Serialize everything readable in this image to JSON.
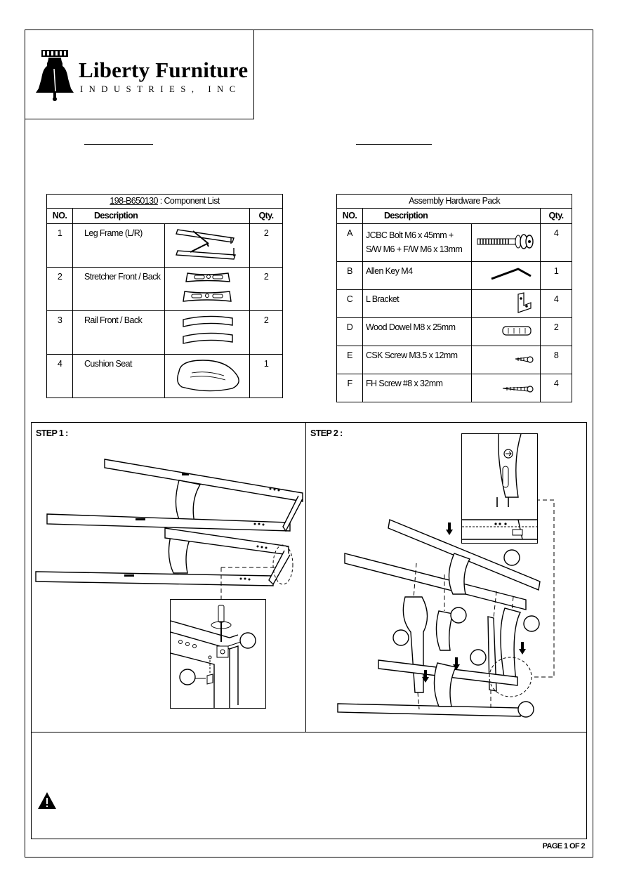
{
  "header": {
    "brand_name": "Liberty Furniture",
    "brand_sub": "INDUSTRIES, INC"
  },
  "component_list": {
    "title_code": "198-B650130",
    "title_rest": " : Component List",
    "col_no": "NO.",
    "col_desc": "Description",
    "col_qty": "Qty.",
    "rows": [
      {
        "no": "1",
        "desc": "Leg Frame (L/R)",
        "qty": "2",
        "icon": "leg-frame-icon"
      },
      {
        "no": "2",
        "desc": "Stretcher Front / Back",
        "qty": "2",
        "icon": "stretcher-icon"
      },
      {
        "no": "3",
        "desc": "Rail Front / Back",
        "qty": "2",
        "icon": "rail-icon"
      },
      {
        "no": "4",
        "desc": "Cushion Seat",
        "qty": "1",
        "icon": "cushion-seat-icon"
      }
    ]
  },
  "hardware_pack": {
    "title": "Assembly Hardware Pack",
    "col_no": "NO.",
    "col_desc": "Description",
    "col_qty": "Qty.",
    "rows": [
      {
        "no": "A",
        "desc": "JCBC Bolt M6 x 45mm +",
        "desc2": "S/W M6 + F/W M6 x 13mm",
        "qty": "4",
        "icon": "bolt-icon"
      },
      {
        "no": "B",
        "desc": "Allen Key M4",
        "qty": "1",
        "icon": "allen-key-icon"
      },
      {
        "no": "C",
        "desc": "L Bracket",
        "qty": "4",
        "icon": "l-bracket-icon"
      },
      {
        "no": "D",
        "desc": "Wood Dowel M8 x 25mm",
        "qty": "2",
        "icon": "dowel-icon"
      },
      {
        "no": "E",
        "desc": "CSK Screw M3.5 x 12mm",
        "qty": "8",
        "icon": "csk-screw-icon"
      },
      {
        "no": "F",
        "desc": "FH Screw #8 x 32mm",
        "qty": "4",
        "icon": "fh-screw-icon"
      }
    ]
  },
  "steps": {
    "step1_label": "STEP 1 :",
    "step2_label": "STEP 2 :"
  },
  "footer": {
    "page": "PAGE 1 OF 2"
  }
}
